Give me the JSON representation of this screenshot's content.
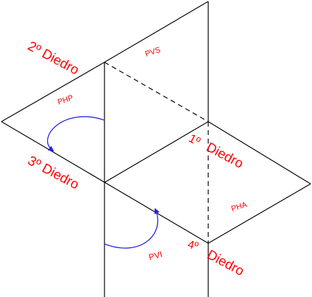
{
  "colors": {
    "line": "#000000",
    "label": "#ff0000",
    "arrow": "#2323e6",
    "background": "#ffffff"
  },
  "labels": {
    "diedro_2": "2º Diedro",
    "diedro_3": "3º Diedro",
    "diedro_1_num": "1º",
    "diedro_1_word": "Diedro",
    "diedro_4_num": "4º",
    "diedro_4_word": "Diedro",
    "plane_pvs": "PVS",
    "plane_php": "PHP",
    "plane_pha": "PHA",
    "plane_pvi": "PVI"
  },
  "arrows": [
    {
      "name": "rotation-arrow-upper",
      "direction": "counterclockwise"
    },
    {
      "name": "rotation-arrow-lower",
      "direction": "counterclockwise"
    }
  ]
}
